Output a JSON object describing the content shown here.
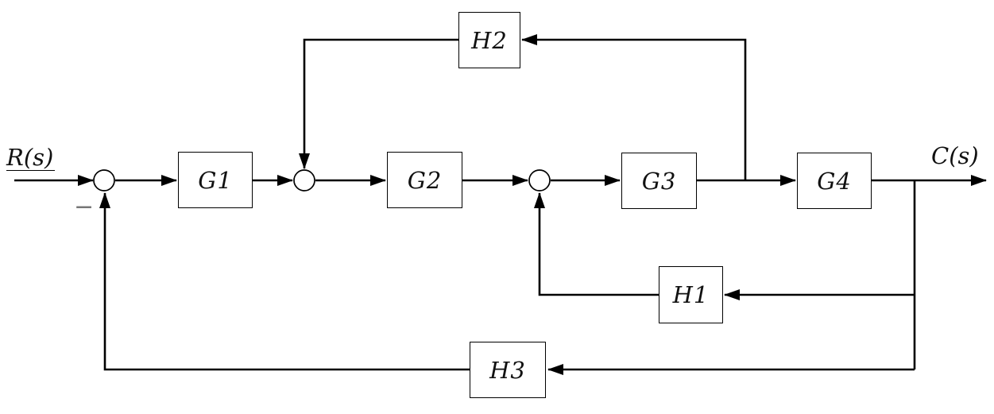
{
  "diagram": {
    "type": "control-system-block-diagram",
    "input_label": "R(s)",
    "output_label": "C(s)",
    "sum1_sign": "−",
    "blocks": {
      "g1": {
        "label": "G1"
      },
      "g2": {
        "label": "G2"
      },
      "g3": {
        "label": "G3"
      },
      "g4": {
        "label": "G4"
      },
      "h1": {
        "label": "H1"
      },
      "h2": {
        "label": "H2"
      },
      "h3": {
        "label": "H3"
      }
    },
    "summing_junctions": [
      {
        "id": "sum1",
        "inputs": [
          "R(s)",
          "H3 feedback (minus)"
        ]
      },
      {
        "id": "sum2",
        "inputs": [
          "G1 output",
          "H2 feedback"
        ]
      },
      {
        "id": "sum3",
        "inputs": [
          "G2 output",
          "H1 feedback"
        ]
      }
    ],
    "connections": [
      "R(s) → sum1",
      "sum1 → G1",
      "G1 → sum2",
      "sum2 → G2",
      "G2 → sum3",
      "sum3 → G3",
      "G3 → G4 (takeoff to H2 between G3 and G4)",
      "G4 → C(s) (takeoff after G4 to H1 and H3)",
      "takeoff(G3–G4) → H2 → sum2 (top input)",
      "takeoff(output) → H1 → sum3 (bottom input)",
      "takeoff(output) → H3 → sum1 (bottom input, minus)"
    ],
    "colors": {
      "line": "#000000",
      "background": "#ffffff",
      "minus_sign": "#777777"
    }
  }
}
